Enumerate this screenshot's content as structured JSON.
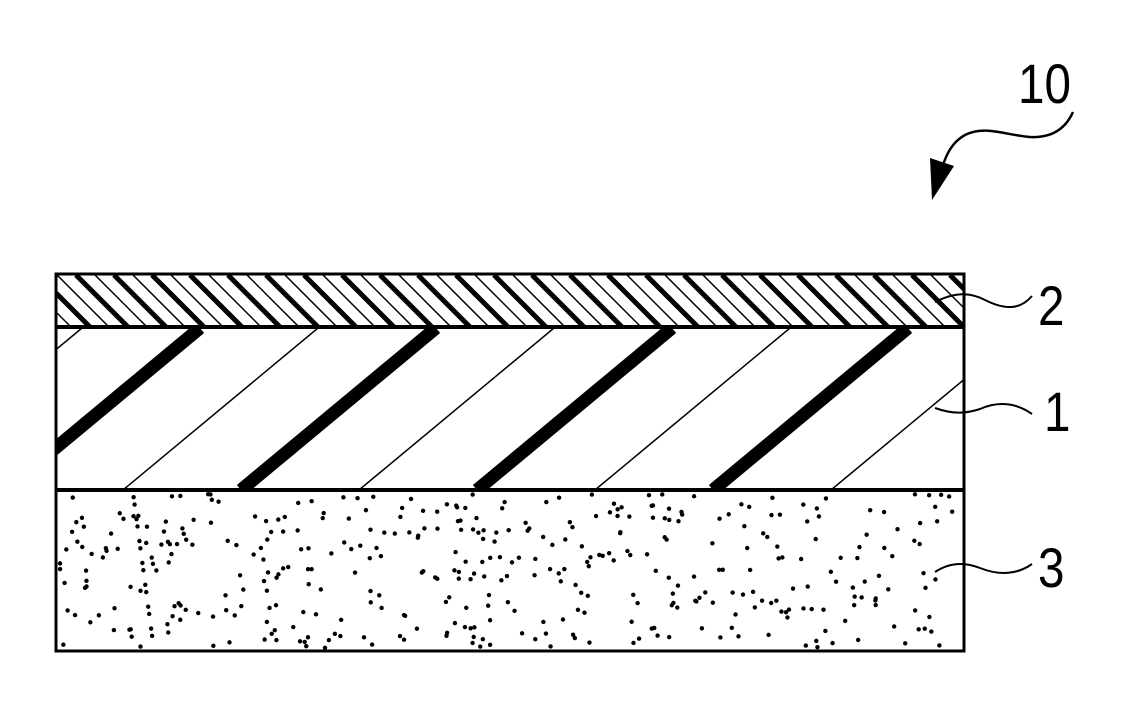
{
  "figure": {
    "assembly_label": "10",
    "layers": [
      {
        "ref": "2",
        "name": "top-layer",
        "pattern": "fine-diagonal-hatch"
      },
      {
        "ref": "1",
        "name": "middle-layer",
        "pattern": "resin-hatch-thick-thin"
      },
      {
        "ref": "3",
        "name": "bottom-layer",
        "pattern": "stipple-dots"
      }
    ],
    "colors": {
      "ink": "#000000",
      "paper": "#ffffff"
    }
  }
}
